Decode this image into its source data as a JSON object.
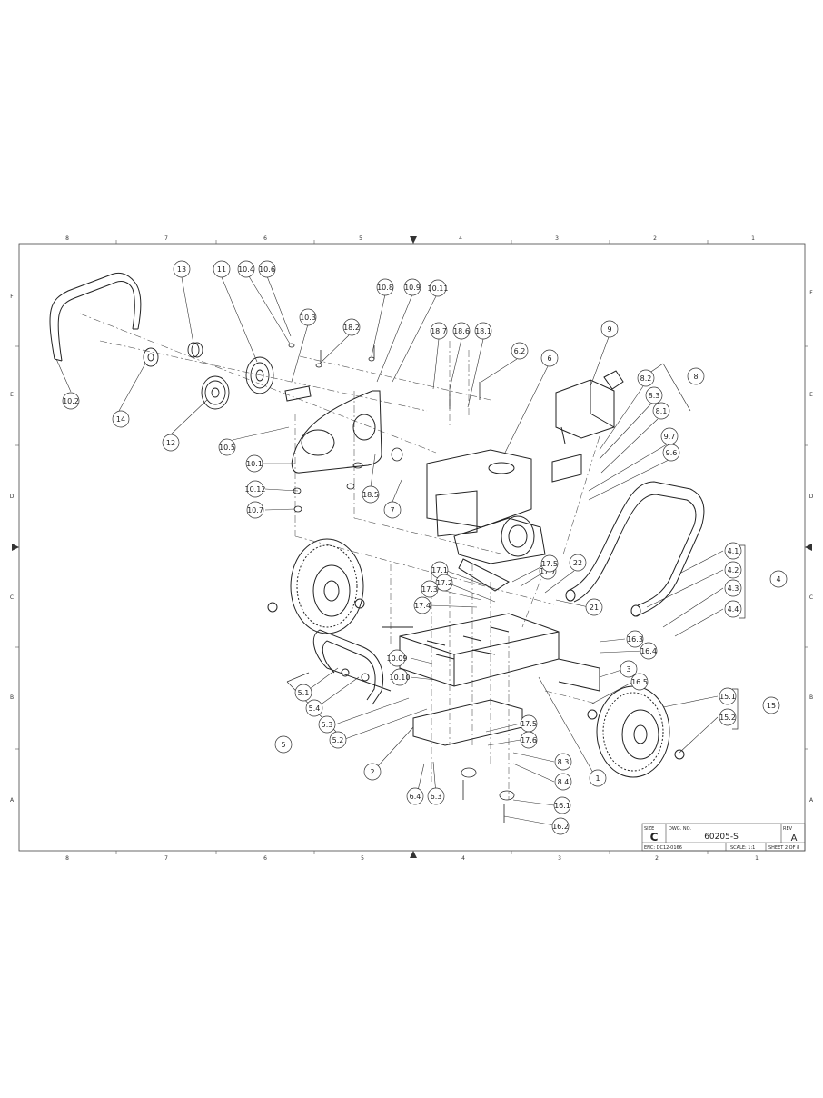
{
  "border": {
    "columns_top": [
      "8",
      "7",
      "6",
      "5",
      "4",
      "3",
      "2",
      "1"
    ],
    "columns_bottom": [
      "8",
      "7",
      "6",
      "5",
      "4",
      "3",
      "2",
      "1"
    ],
    "rows_left": [
      "F",
      "E",
      "D",
      "C",
      "B",
      "A"
    ],
    "rows_right": [
      "F",
      "E",
      "D",
      "C",
      "B",
      "A"
    ]
  },
  "balloons": [
    {
      "label": "13"
    },
    {
      "label": "11"
    },
    {
      "label": "10.4"
    },
    {
      "label": "10.6"
    },
    {
      "label": "10.3"
    },
    {
      "label": "18.2"
    },
    {
      "label": "10.8"
    },
    {
      "label": "10.9"
    },
    {
      "label": "10.11"
    },
    {
      "label": "18.7"
    },
    {
      "label": "18.6"
    },
    {
      "label": "18.1"
    },
    {
      "label": "6.2"
    },
    {
      "label": "6"
    },
    {
      "label": "9"
    },
    {
      "label": "8.2"
    },
    {
      "label": "8"
    },
    {
      "label": "8.3"
    },
    {
      "label": "8.1"
    },
    {
      "label": "9.7"
    },
    {
      "label": "9.6"
    },
    {
      "label": "10.2"
    },
    {
      "label": "14"
    },
    {
      "label": "12"
    },
    {
      "label": "10.5"
    },
    {
      "label": "10.1"
    },
    {
      "label": "10.12"
    },
    {
      "label": "10.7"
    },
    {
      "label": "18.5"
    },
    {
      "label": "7"
    },
    {
      "label": "4.1"
    },
    {
      "label": "4.2"
    },
    {
      "label": "4"
    },
    {
      "label": "4.3"
    },
    {
      "label": "4.4"
    },
    {
      "label": "17.7"
    },
    {
      "label": "17.5"
    },
    {
      "label": "22"
    },
    {
      "label": "17.1"
    },
    {
      "label": "17.2"
    },
    {
      "label": "17.3"
    },
    {
      "label": "17.4"
    },
    {
      "label": "21"
    },
    {
      "label": "16.3"
    },
    {
      "label": "16.4"
    },
    {
      "label": "3"
    },
    {
      "label": "16.5"
    },
    {
      "label": "10.09"
    },
    {
      "label": "10.10"
    },
    {
      "label": "5.1"
    },
    {
      "label": "5.4"
    },
    {
      "label": "5.3"
    },
    {
      "label": "5.2"
    },
    {
      "label": "5"
    },
    {
      "label": "15.1"
    },
    {
      "label": "15"
    },
    {
      "label": "15.2"
    },
    {
      "label": "17.5"
    },
    {
      "label": "17.6"
    },
    {
      "label": "8.3"
    },
    {
      "label": "8.4"
    },
    {
      "label": "2"
    },
    {
      "label": "6.4"
    },
    {
      "label": "6.3"
    },
    {
      "label": "1"
    },
    {
      "label": "16.1"
    },
    {
      "label": "16.2"
    }
  ],
  "title_block": {
    "size_label": "SIZE",
    "size_value": "C",
    "dwg_no_label": "DWG.  NO.",
    "dwg_no_value": "60205-S",
    "rev_label": "REV",
    "rev_value": "A",
    "enc": "ENC:   DC12-0166",
    "scale": "SCALE: 1:1",
    "sheet": "SHEET 2 OF 8"
  }
}
